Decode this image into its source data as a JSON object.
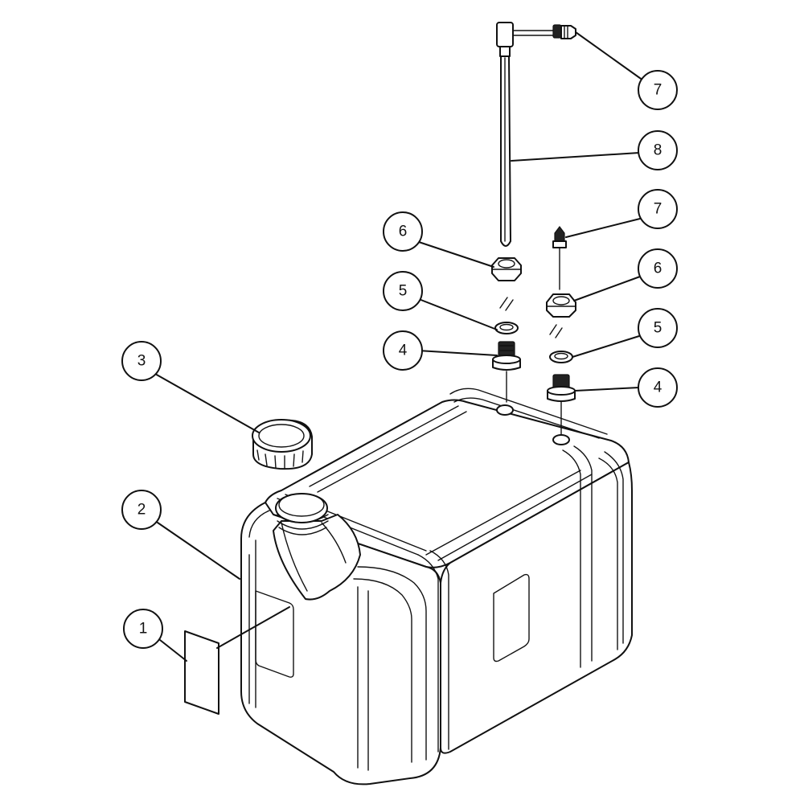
{
  "callouts": [
    {
      "id": "c1",
      "label": "1"
    },
    {
      "id": "c2",
      "label": "2"
    },
    {
      "id": "c3",
      "label": "3"
    },
    {
      "id": "c4a",
      "label": "4"
    },
    {
      "id": "c4b",
      "label": "4"
    },
    {
      "id": "c5a",
      "label": "5"
    },
    {
      "id": "c5b",
      "label": "5"
    },
    {
      "id": "c6a",
      "label": "6"
    },
    {
      "id": "c6b",
      "label": "6"
    },
    {
      "id": "c7a",
      "label": "7"
    },
    {
      "id": "c7b",
      "label": "7"
    },
    {
      "id": "c8",
      "label": "8"
    }
  ],
  "parts": [
    {
      "number": "1",
      "icon": "label-plate-icon"
    },
    {
      "number": "2",
      "icon": "fuel-tank-icon"
    },
    {
      "number": "3",
      "icon": "filler-cap-icon"
    },
    {
      "number": "4",
      "icon": "bulkhead-fitting-icon"
    },
    {
      "number": "5",
      "icon": "washer-icon"
    },
    {
      "number": "6",
      "icon": "nut-icon"
    },
    {
      "number": "7",
      "icon": "hose-connector-icon"
    },
    {
      "number": "8",
      "icon": "pickup-tube-icon"
    }
  ]
}
